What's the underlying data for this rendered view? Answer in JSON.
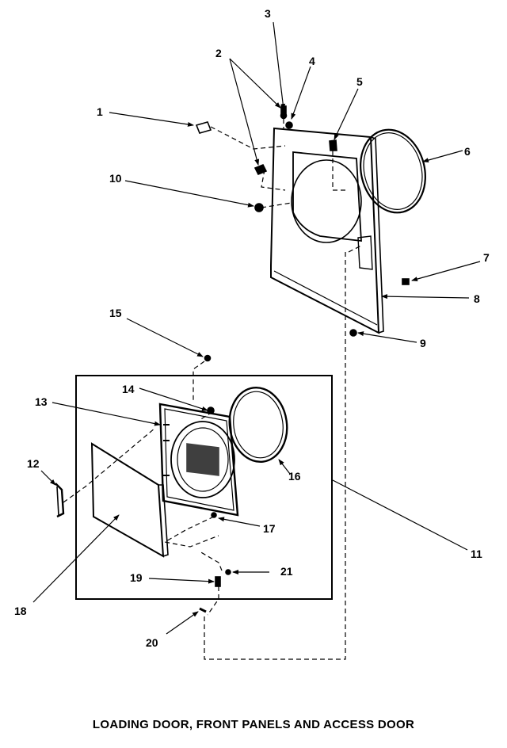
{
  "caption": "LOADING DOOR, FRONT PANELS AND ACCESS DOOR",
  "callouts": [
    "1",
    "2",
    "3",
    "4",
    "5",
    "6",
    "7",
    "8",
    "9",
    "10",
    "11",
    "12",
    "13",
    "14",
    "15",
    "16",
    "17",
    "18",
    "19",
    "20",
    "21"
  ],
  "colors": {
    "ink": "#000000",
    "paper": "#ffffff"
  }
}
